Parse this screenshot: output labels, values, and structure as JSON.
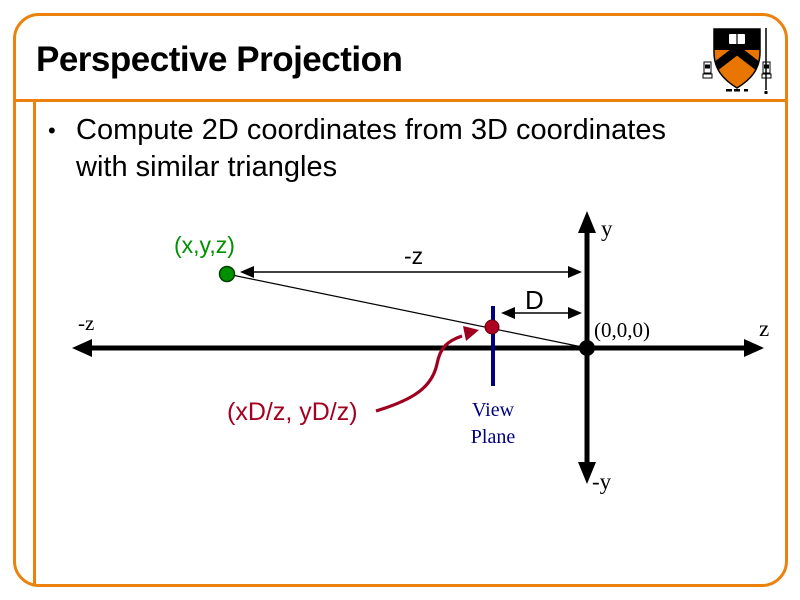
{
  "slide": {
    "title": "Perspective Projection",
    "bullet": {
      "marker": "•",
      "line1": "Compute 2D coordinates from 3D coordinates",
      "line2": "with similar triangles"
    }
  },
  "diagram": {
    "labels": {
      "point3d": "(x,y,z)",
      "neg_z_measure": "-z",
      "distance_d": "D",
      "origin": "(0,0,0)",
      "axis_y": "y",
      "axis_neg_y": "-y",
      "axis_z": "z",
      "axis_neg_z": "-z",
      "projected_point": "(xD/z, yD/z)",
      "view_plane_line1": "View",
      "view_plane_line2": "Plane"
    },
    "colors": {
      "point3d_green": "#009000",
      "projected_red": "#A50021",
      "view_plane_navy": "#000080",
      "axis_black": "#000000"
    }
  },
  "theme": {
    "border_orange": "#EC820D",
    "logo_shield_orange": "#E77500"
  },
  "logo": {
    "icon": "princeton-shield-icon"
  }
}
